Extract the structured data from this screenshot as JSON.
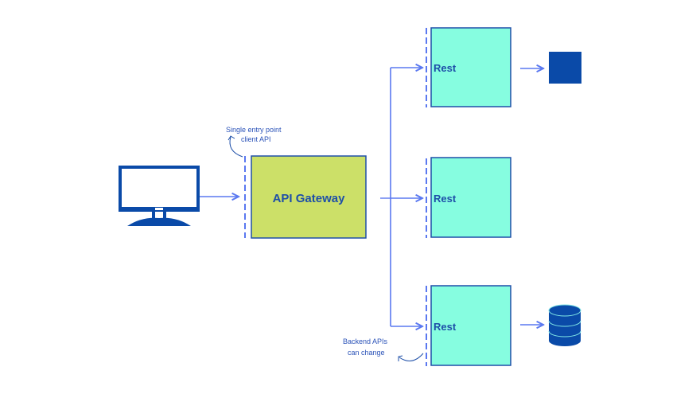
{
  "diagram": {
    "client": {
      "icon": "monitor-icon"
    },
    "gateway": {
      "label": "API Gateway"
    },
    "services": [
      {
        "label": "Rest",
        "target_icon": "square-block-icon"
      },
      {
        "label": "Rest",
        "target_icon": null
      },
      {
        "label": "Rest",
        "target_icon": "database-icon"
      }
    ],
    "annotations": {
      "entry_point_line1": "Single entry point",
      "entry_point_line2": "client API",
      "backend_line1": "Backend APIs",
      "backend_line2": "can change"
    },
    "colors": {
      "gateway_fill": "#cce068",
      "service_fill": "#86fde0",
      "box_border": "#1e4fa8",
      "arrow": "#5a78f0",
      "icon_dark": "#0a4aa8"
    }
  }
}
